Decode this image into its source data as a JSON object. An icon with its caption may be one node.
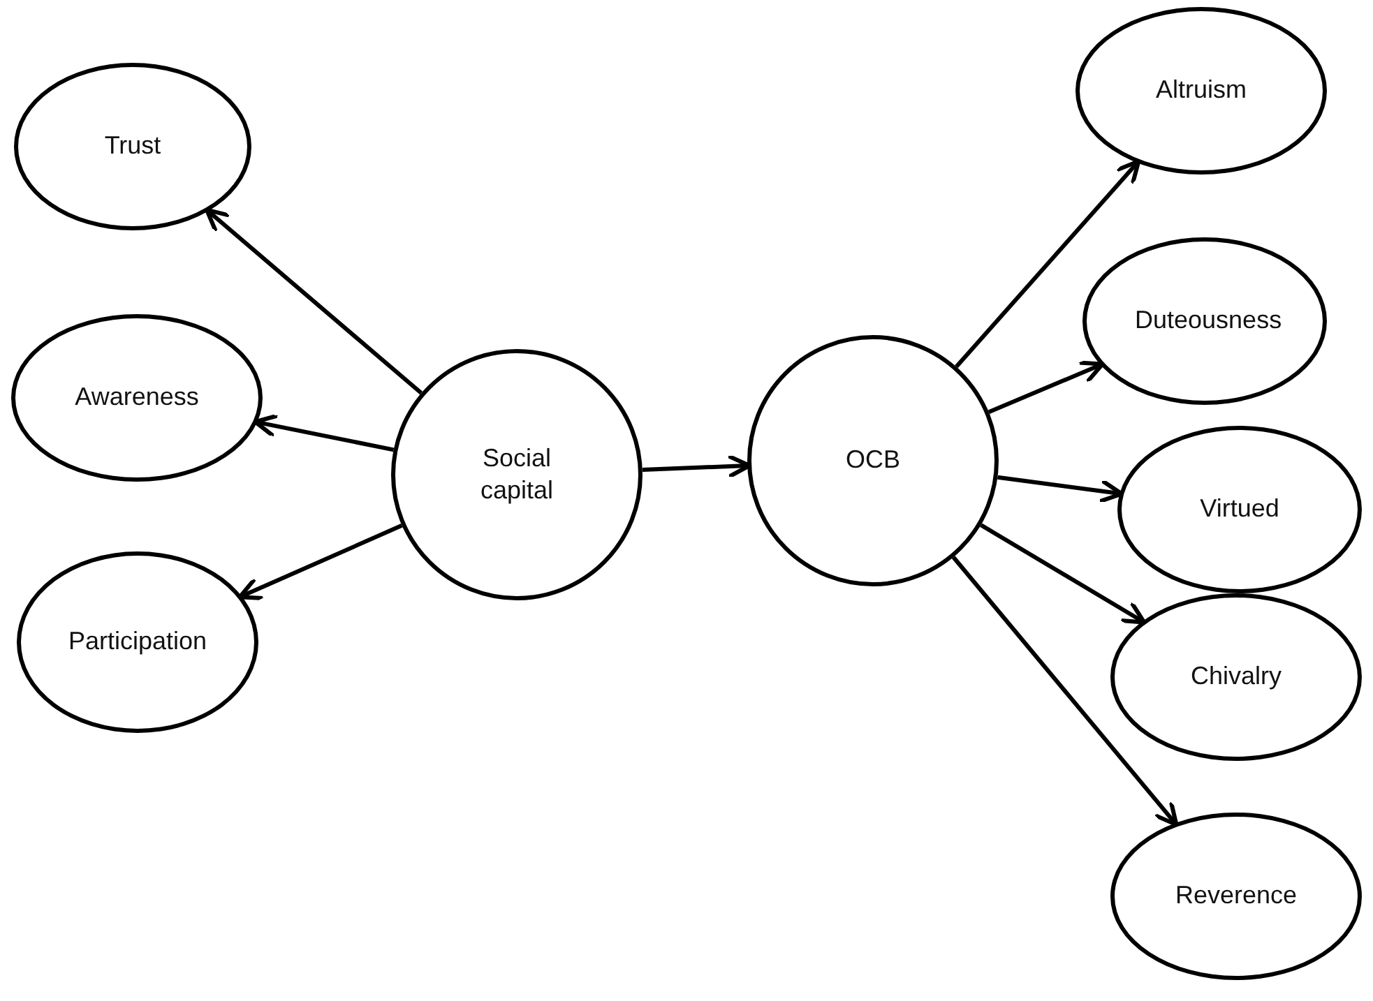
{
  "diagram": {
    "nodes": [
      {
        "text": [
          "Trust"
        ]
      },
      {
        "text": [
          "Awareness"
        ]
      },
      {
        "text": [
          "Participation"
        ]
      },
      {
        "text": [
          "Social capital"
        ]
      },
      {
        "text": [
          "OCB"
        ]
      },
      {
        "text": [
          "Altruism"
        ]
      },
      {
        "text": [
          "Duteousness"
        ]
      },
      {
        "text": [
          "Virtued"
        ]
      },
      {
        "text": [
          "Chivalry"
        ]
      },
      {
        "text": [
          "Reverence"
        ]
      }
    ],
    "edges": [
      {
        "from": 3,
        "to": 0,
        "arrow": "to"
      },
      {
        "from": 3,
        "to": 1,
        "arrow": "to"
      },
      {
        "from": 3,
        "to": 2,
        "arrow": "to"
      },
      {
        "from": 3,
        "to": 4,
        "arrow": "to"
      },
      {
        "from": 4,
        "to": 5,
        "arrow": "to"
      },
      {
        "from": 4,
        "to": 6,
        "arrow": "to"
      },
      {
        "from": 4,
        "to": 7,
        "arrow": "to"
      },
      {
        "from": 4,
        "to": 8,
        "arrow": "to"
      },
      {
        "from": 4,
        "to": 9,
        "arrow": "to"
      }
    ]
  }
}
